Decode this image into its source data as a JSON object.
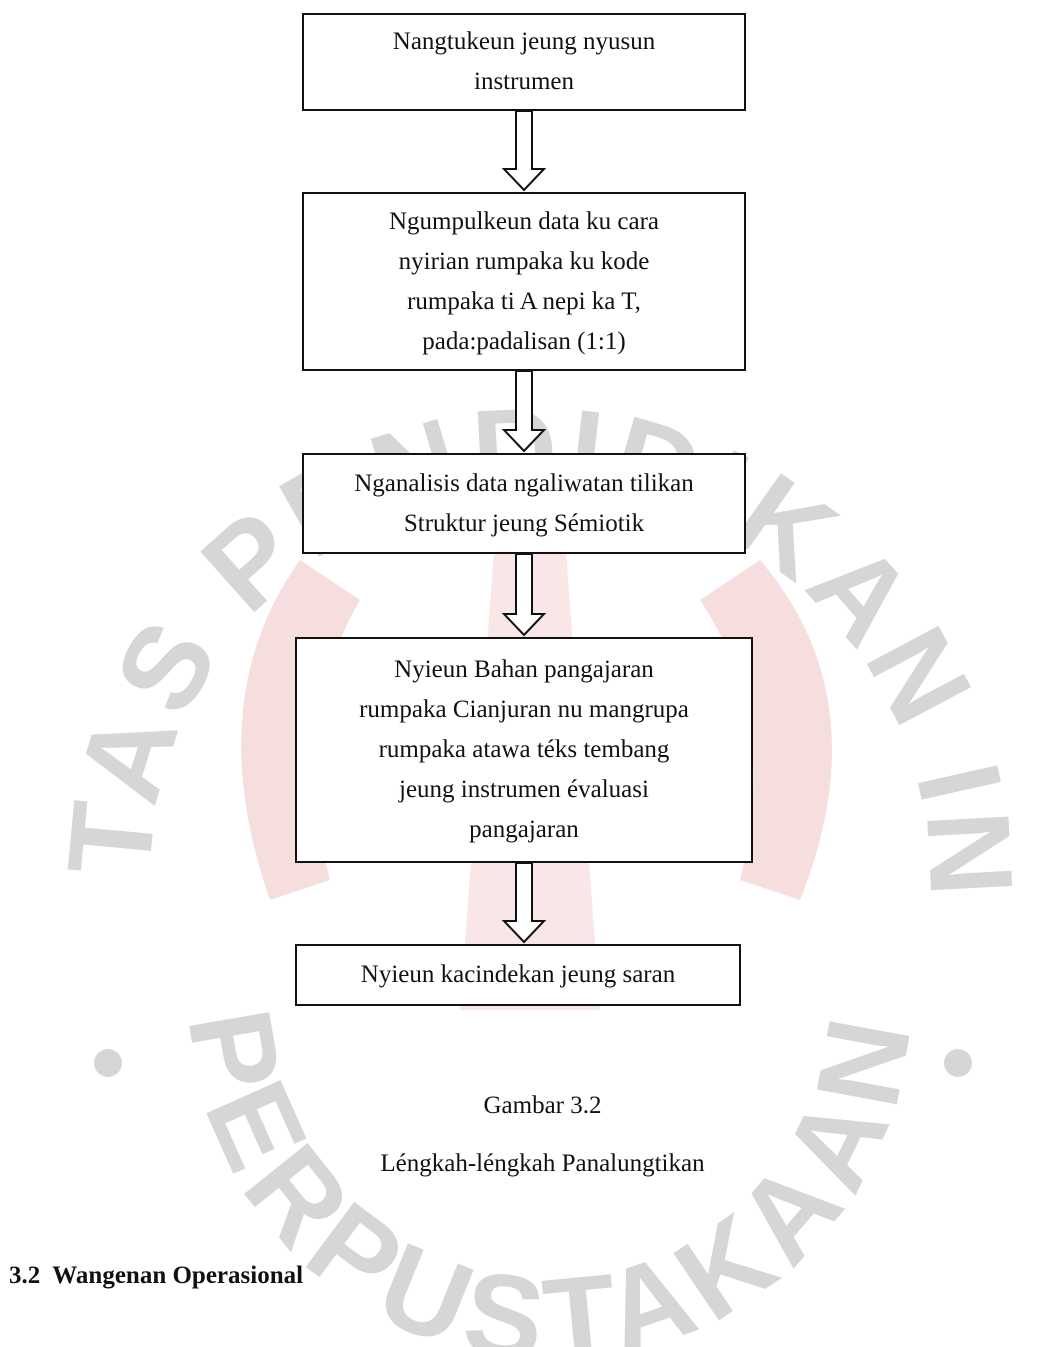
{
  "watermark": {
    "text_top": "UNIVERSITAS PENDIDIKAN INDONESIA",
    "text_bottom": "PERPUSTAKAAN",
    "color": "#c8c8c8",
    "accent_color": "#f2c8c8"
  },
  "flowchart": {
    "steps": [
      {
        "label": "Nangtukeun jeung nyusun\ninstrumen"
      },
      {
        "label": "Ngumpulkeun data ku cara\nnyirian rumpaka ku kode\nrumpaka ti A nepi ka T,\npada:padalisan (1:1)"
      },
      {
        "label": "Nganalisis data ngaliwatan tilikan\nStruktur jeung Sémiotik"
      },
      {
        "label": "Nyieun Bahan pangajaran\nrumpaka Cianjuran nu mangrupa\nrumpaka atawa téks tembang\njeung instrumen évaluasi\npangajaran"
      },
      {
        "label": "Nyieun kacindekan jeung saran"
      }
    ]
  },
  "caption": {
    "number": "Gambar 3.2",
    "title": "Léngkah-léngkah Panalungtikan"
  },
  "section": {
    "heading": "3.2  Wangenan Operasional"
  }
}
